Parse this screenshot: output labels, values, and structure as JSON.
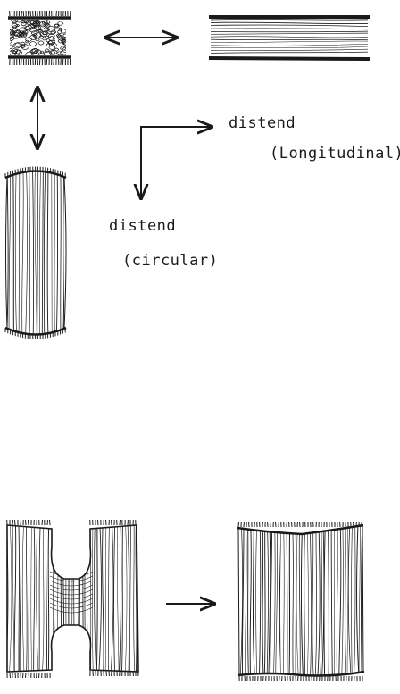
{
  "labels": {
    "distend_longitudinal": "distend",
    "distend_longitudinal_paren": "(Longitudinal)",
    "distend_circular": "distend",
    "distend_circular_paren": "(circular)"
  },
  "colors": {
    "ink": "#1a1a1a",
    "background": "#ffffff"
  },
  "panels": [
    {
      "name": "compact-tissue-block",
      "fibers": "tangled"
    },
    {
      "name": "longitudinally-stretched-tissue",
      "fibers": "horizontal"
    },
    {
      "name": "circularly-stretched-tissue",
      "fibers": "vertical"
    },
    {
      "name": "h-shaped-constricted-tissue",
      "fibers": "vertical-with-waist"
    },
    {
      "name": "expanded-tissue-sheet",
      "fibers": "vertical"
    }
  ]
}
